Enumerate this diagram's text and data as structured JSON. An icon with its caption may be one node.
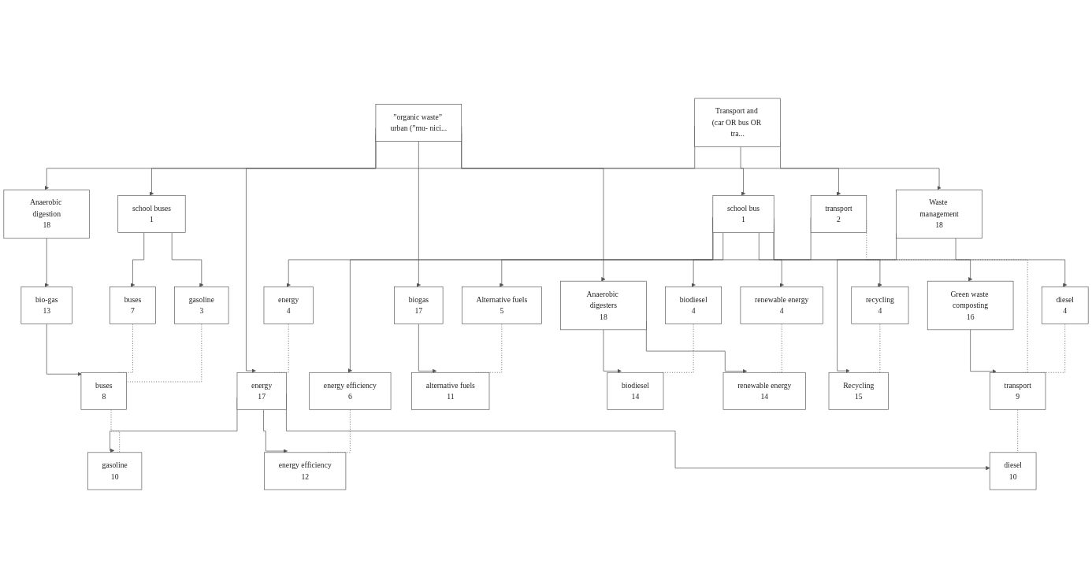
{
  "diagram": {
    "nodes": [
      {
        "text": [
          "Transport and (car OR bus OR tra..."
        ]
      },
      {
        "text": [
          "school buses",
          "1"
        ]
      },
      {
        "text": [
          "school bus",
          "1"
        ]
      },
      {
        "text": [
          "transport",
          "2"
        ]
      },
      {
        "text": [
          "gasoline",
          "3"
        ]
      },
      {
        "text": [
          "diesel",
          "4"
        ]
      },
      {
        "text": [
          "Alternative fuels",
          "5"
        ]
      },
      {
        "text": [
          "energy",
          "4"
        ]
      },
      {
        "text": [
          "energy efficiency",
          "6"
        ]
      },
      {
        "text": [
          "buses",
          "7"
        ]
      },
      {
        "text": [
          "biodiesel",
          "4"
        ]
      },
      {
        "text": [
          "renewable energy",
          "4"
        ]
      },
      {
        "text": [
          "recycling",
          "4"
        ]
      },
      {
        "text": [
          "buses",
          "8"
        ]
      },
      {
        "text": [
          "transport",
          "9"
        ]
      },
      {
        "text": [
          "gasoline",
          "10"
        ]
      },
      {
        "text": [
          "diesel",
          "10"
        ]
      },
      {
        "text": [
          "alternative fuels",
          "11"
        ]
      },
      {
        "text": [
          "energy efficiency",
          "12"
        ]
      },
      {
        "text": [
          "bio-gas",
          "13"
        ]
      },
      {
        "text": [
          "biodiesel",
          "14"
        ]
      },
      {
        "text": [
          "renewable energy",
          "14"
        ]
      },
      {
        "text": [
          "Recycling",
          "15"
        ]
      },
      {
        "text": [
          "Green waste composting",
          "16"
        ]
      },
      {
        "text": [
          "energy",
          "17"
        ]
      },
      {
        "text": [
          "biogas",
          "17"
        ]
      },
      {
        "text": [
          "Anaerobic digestion",
          "18"
        ]
      },
      {
        "text": [
          "Anaerobic digesters",
          "18"
        ]
      },
      {
        "text": [
          "Waste management",
          "18"
        ]
      },
      {
        "text": [
          "”organic waste” urban (”mu- nici..."
        ]
      }
    ],
    "edges": [
      {
        "from": 0,
        "to": 1,
        "arrow": "to"
      },
      {
        "from": 0,
        "to": 2,
        "arrow": "to"
      },
      {
        "from": 0,
        "to": 3,
        "arrow": "to"
      },
      {
        "from": 1,
        "to": 4,
        "arrow": "to"
      },
      {
        "from": 2,
        "to": 5,
        "arrow": "to"
      },
      {
        "from": 3,
        "to": 6,
        "arrow": "to"
      },
      {
        "from": 2,
        "to": 7,
        "arrow": "to"
      },
      {
        "from": 2,
        "to": 8,
        "arrow": "to"
      },
      {
        "from": 1,
        "to": 9,
        "arrow": "to"
      },
      {
        "from": 2,
        "to": 10,
        "arrow": "to"
      },
      {
        "from": 2,
        "to": 11,
        "arrow": "to"
      },
      {
        "from": 2,
        "to": 12,
        "arrow": "to"
      },
      {
        "from": 4,
        "to": 13,
        "arrow": "none",
        "style": "dashed"
      },
      {
        "from": 5,
        "to": 14,
        "arrow": "none",
        "style": "dashed"
      },
      {
        "from": 3,
        "to": 14,
        "arrow": "none",
        "style": "dashed"
      },
      {
        "from": 9,
        "to": 13,
        "arrow": "none",
        "style": "dashed"
      },
      {
        "from": 6,
        "to": 17,
        "arrow": "none",
        "style": "dashed"
      },
      {
        "from": 7,
        "to": 24,
        "arrow": "none",
        "style": "dashed"
      },
      {
        "from": 8,
        "to": 18,
        "arrow": "none",
        "style": "dashed"
      },
      {
        "from": 10,
        "to": 20,
        "arrow": "none",
        "style": "dashed"
      },
      {
        "from": 11,
        "to": 21,
        "arrow": "none",
        "style": "dashed"
      },
      {
        "from": 12,
        "to": 22,
        "arrow": "none",
        "style": "dashed"
      },
      {
        "from": 13,
        "to": 15,
        "arrow": "none",
        "style": "dashed"
      },
      {
        "from": 14,
        "to": 16,
        "arrow": "none",
        "style": "dashed"
      },
      {
        "from": 19,
        "to": 13,
        "arrow": "to"
      },
      {
        "from": 23,
        "to": 14,
        "arrow": "to"
      },
      {
        "from": 24,
        "to": 15,
        "arrow": "to"
      },
      {
        "from": 24,
        "to": 16,
        "arrow": "to"
      },
      {
        "from": 24,
        "to": 18,
        "arrow": "to"
      },
      {
        "from": 25,
        "to": 17,
        "arrow": "to"
      },
      {
        "from": 26,
        "to": 19,
        "arrow": "to"
      },
      {
        "from": 27,
        "to": 20,
        "arrow": "to"
      },
      {
        "from": 27,
        "to": 21,
        "arrow": "to"
      },
      {
        "from": 28,
        "to": 22,
        "arrow": "to"
      },
      {
        "from": 28,
        "to": 23,
        "arrow": "to"
      },
      {
        "from": 29,
        "to": 24,
        "arrow": "to"
      },
      {
        "from": 29,
        "to": 25,
        "arrow": "to"
      },
      {
        "from": 29,
        "to": 26,
        "arrow": "to"
      },
      {
        "from": 29,
        "to": 27,
        "arrow": "to"
      },
      {
        "from": 29,
        "to": 28,
        "arrow": "to"
      }
    ]
  }
}
